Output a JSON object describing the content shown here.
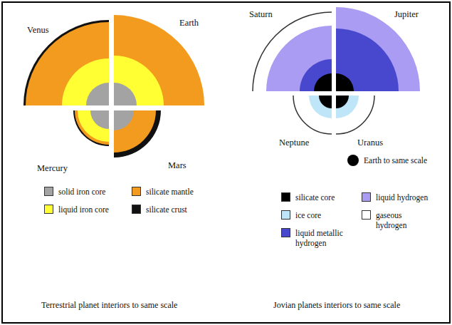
{
  "diagram": {
    "labels": [
      "Venus",
      "Earth",
      "Mercury",
      "Mars",
      "Saturn",
      "Jupiter",
      "Neptune",
      "Uranus",
      "Terrestrial planet interiors to same scale",
      "Jovian planets interiors to same scale"
    ],
    "legend": [
      {
        "text": "solid iron core",
        "color": "#a3a3a3"
      },
      {
        "text": "silicate mantle",
        "color": "#f39b1f"
      },
      {
        "text": "liquid iron core",
        "color": "#ffff33"
      },
      {
        "text": "silicate crust",
        "color": "#111111"
      },
      {
        "text": "Earth to same scale",
        "color": "#000000"
      },
      {
        "text": "silicate core",
        "color": "#000000"
      },
      {
        "text": "liquid hydrogen",
        "color": "#a99cf2"
      },
      {
        "text": "ice core",
        "color": "#bfe6f8"
      },
      {
        "text": "gaseous hydrogen",
        "color": "#ffffff"
      },
      {
        "text": "liquid metallic hydrogen",
        "color": "#4848cf"
      }
    ]
  }
}
